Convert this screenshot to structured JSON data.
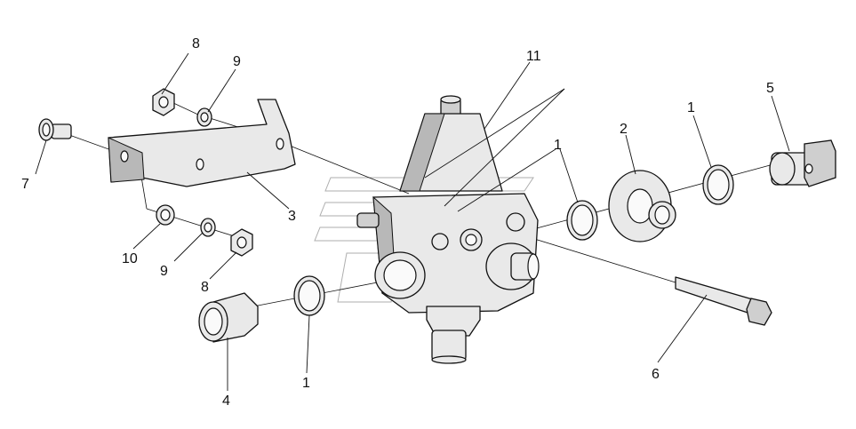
{
  "callouts": {
    "c1_body": "1",
    "c1_right": "1",
    "c1_left": "1",
    "c2": "2",
    "c3": "3",
    "c4": "4",
    "c5": "5",
    "c6": "6",
    "c7": "7",
    "c8_top": "8",
    "c8_bottom": "8",
    "c9_top": "9",
    "c9_bottom": "9",
    "c10": "10",
    "c11": "11"
  }
}
